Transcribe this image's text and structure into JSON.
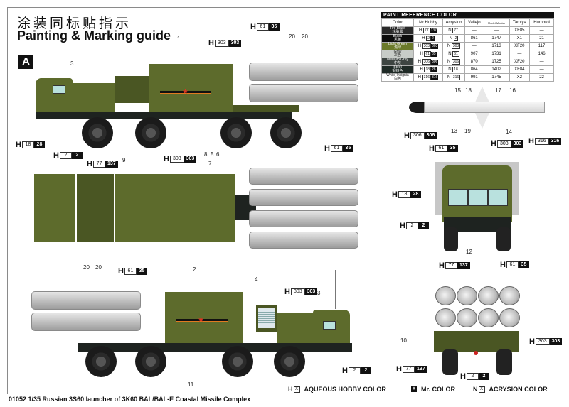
{
  "header": {
    "title_cn": "涂装同标贴指示",
    "title_en": "Painting & Marking guide",
    "scheme_badge": "A"
  },
  "paint_reference": {
    "title": "PAINT REFERENCE COLOR",
    "columns": [
      "Color",
      "Mr.Hobby",
      "Acrysion",
      "Vallejo",
      "Model Master",
      "Tamiya",
      "Humbrol"
    ],
    "rows": [
      {
        "color": "Tire Black",
        "color_cn": "轮胎黑",
        "swatch": "#2a2a2a",
        "mr_hobby_h": "77",
        "mr_hobby_c": "137",
        "acrysion": "77",
        "vallejo": "—",
        "model_master": "—",
        "tamiya": "XF85",
        "humbrol": "—"
      },
      {
        "color": "Black",
        "color_cn": "黑色",
        "swatch": "#0d0d0d",
        "mr_hobby_h": "2",
        "mr_hobby_c": "2",
        "acrysion": "2",
        "vallejo": "861",
        "model_master": "1747",
        "tamiya": "X1",
        "humbrol": "21"
      },
      {
        "color": "Light Green",
        "color_cn": "浅绿",
        "swatch": "#6b7a2a",
        "mr_hobby_h": "303",
        "mr_hobby_c": "303",
        "acrysion": "303",
        "vallejo": "—",
        "model_master": "1713",
        "tamiya": "XF20",
        "humbrol": "117"
      },
      {
        "color": "Gray",
        "color_cn": "灰色",
        "swatch": "#c8ccc8",
        "mr_hobby_h": "61",
        "mr_hobby_c": "35",
        "acrysion": "61",
        "vallejo": "907",
        "model_master": "1731",
        "tamiya": "—",
        "humbrol": "146"
      },
      {
        "color": "Medium Grey",
        "color_cn": "中灰",
        "swatch": "#3e4542",
        "mr_hobby_h": "306",
        "mr_hobby_c": "306",
        "acrysion": "306",
        "vallejo": "870",
        "model_master": "1725",
        "tamiya": "XF20",
        "humbrol": "—"
      },
      {
        "color": "Steel",
        "color_cn": "钢铁色",
        "swatch": "#1f2a26",
        "mr_hobby_h": "18",
        "mr_hobby_c": "28",
        "acrysion": "18",
        "vallejo": "864",
        "model_master": "1402",
        "tamiya": "XF84",
        "humbrol": "—"
      },
      {
        "color": "White Insignia",
        "color_cn": "白色",
        "swatch": "#ffffff",
        "mr_hobby_h": "316",
        "mr_hobby_c": "316",
        "acrysion": "316",
        "vallejo": "991",
        "model_master": "1745",
        "tamiya": "X2",
        "humbrol": "22"
      }
    ]
  },
  "callouts": {
    "side_view_1": {
      "parts": [
        "1",
        "3",
        "8",
        "5",
        "6",
        "7",
        "9",
        "20",
        "20"
      ],
      "codes": [
        {
          "h": "61",
          "c": "35"
        },
        {
          "h": "303",
          "c": "303"
        },
        {
          "h": "18",
          "c": "28"
        },
        {
          "h": "2",
          "c": "2"
        },
        {
          "h": "77",
          "c": "137"
        }
      ]
    },
    "top_view": {
      "codes": [
        {
          "h": "303",
          "c": "303"
        },
        {
          "h": "61",
          "c": "35"
        }
      ]
    },
    "side_view_2": {
      "parts": [
        "20",
        "20",
        "2",
        "4",
        "3",
        "11"
      ],
      "codes": [
        {
          "h": "61",
          "c": "35"
        },
        {
          "h": "303",
          "c": "303"
        },
        {
          "h": "2",
          "c": "2"
        }
      ]
    },
    "missile": {
      "parts": [
        "15",
        "18",
        "17",
        "16",
        "13",
        "19",
        "14"
      ],
      "codes": [
        {
          "h": "306",
          "c": "306"
        },
        {
          "h": "303",
          "c": "303"
        },
        {
          "h": "316",
          "c": "316"
        }
      ]
    },
    "front_view": {
      "parts": [
        "12"
      ],
      "codes": [
        {
          "h": "61",
          "c": "35"
        },
        {
          "h": "303",
          "c": "303"
        },
        {
          "h": "18",
          "c": "28"
        },
        {
          "h": "2",
          "c": "2"
        },
        {
          "h": "77",
          "c": "137"
        }
      ]
    },
    "rear_view": {
      "parts": [
        "10"
      ],
      "codes": [
        {
          "h": "61",
          "c": "35"
        },
        {
          "h": "303",
          "c": "303"
        },
        {
          "h": "77",
          "c": "137"
        },
        {
          "h": "2",
          "c": "2"
        }
      ]
    }
  },
  "legend": {
    "h_prefix": "H",
    "h_label": "AQUEOUS HOBBY COLOR",
    "c_label": "Mr. COLOR",
    "n_prefix": "N",
    "n_label": "ACRYSION COLOR"
  },
  "footer": {
    "caption": "01052 1/35 Russian 3S60 launcher of 3K60 BAL/BAL-E Coastal Missile Complex"
  }
}
